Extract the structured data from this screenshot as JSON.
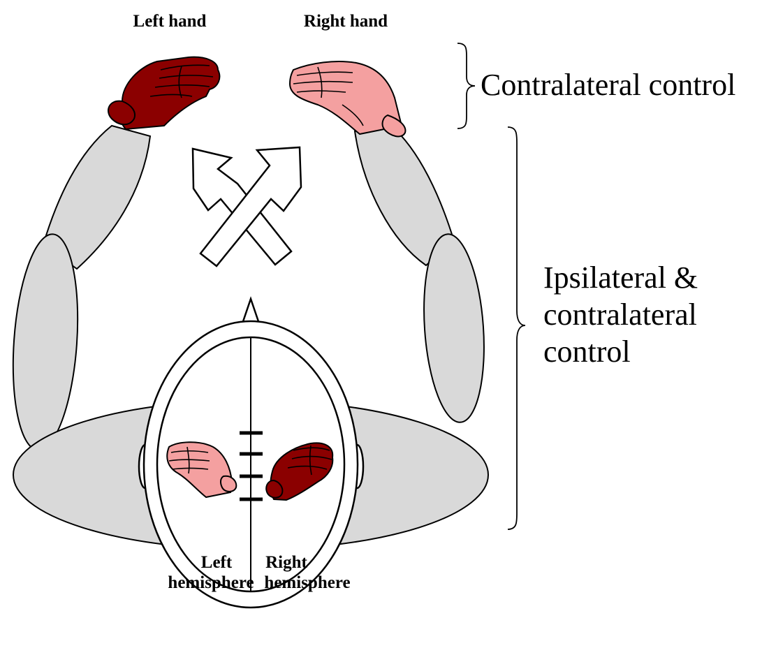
{
  "labels": {
    "left_hand": "Left hand",
    "right_hand": "Right hand",
    "contralateral": "Contralateral control",
    "ipsi_line1": "Ipsilateral &",
    "ipsi_line2": "contralateral",
    "ipsi_line3": "control",
    "left_hemi_line1": "Left",
    "left_hemi_line2": "hemisphere",
    "right_hemi_line1": "Right",
    "right_hemi_line2": "hemisphere"
  },
  "colors": {
    "dark_hand": "#8b0000",
    "light_hand": "#f4a0a0",
    "limb": "#d9d9d9"
  }
}
